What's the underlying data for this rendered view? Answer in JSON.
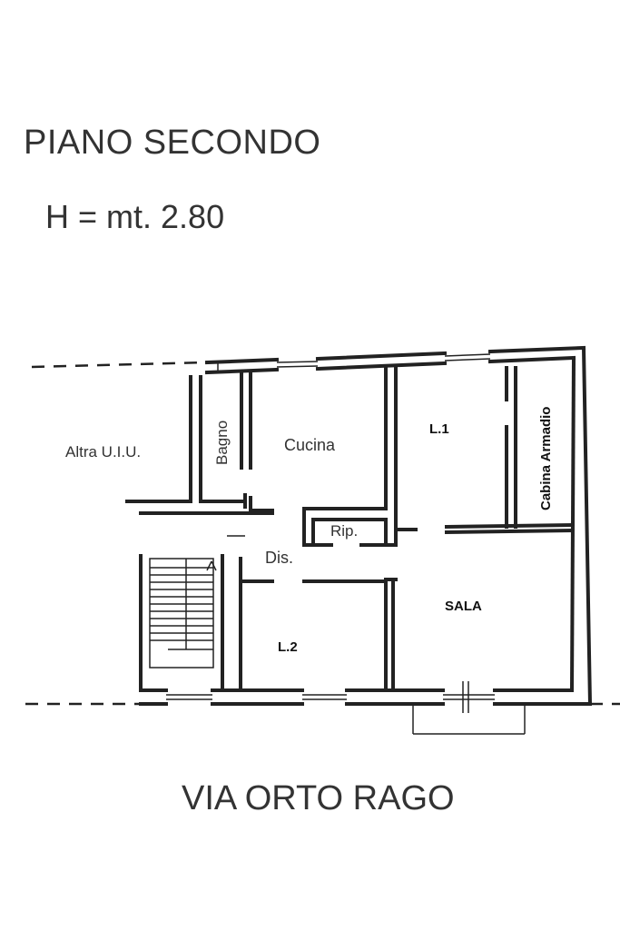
{
  "header": {
    "floor_title": "PIANO SECONDO",
    "height_label": "H = mt. 2.80"
  },
  "rooms": {
    "other_unit": "Altra U.I.U.",
    "bathroom": "Bagno",
    "kitchen": "Cucina",
    "bedroom_1": "L.1",
    "walk_in_closet": "Cabina Armadio",
    "storage": "Rip.",
    "hall": "Dis.",
    "living_room": "SALA",
    "bedroom_2": "L.2"
  },
  "footer": {
    "street_name": "VIA ORTO RAGO"
  }
}
